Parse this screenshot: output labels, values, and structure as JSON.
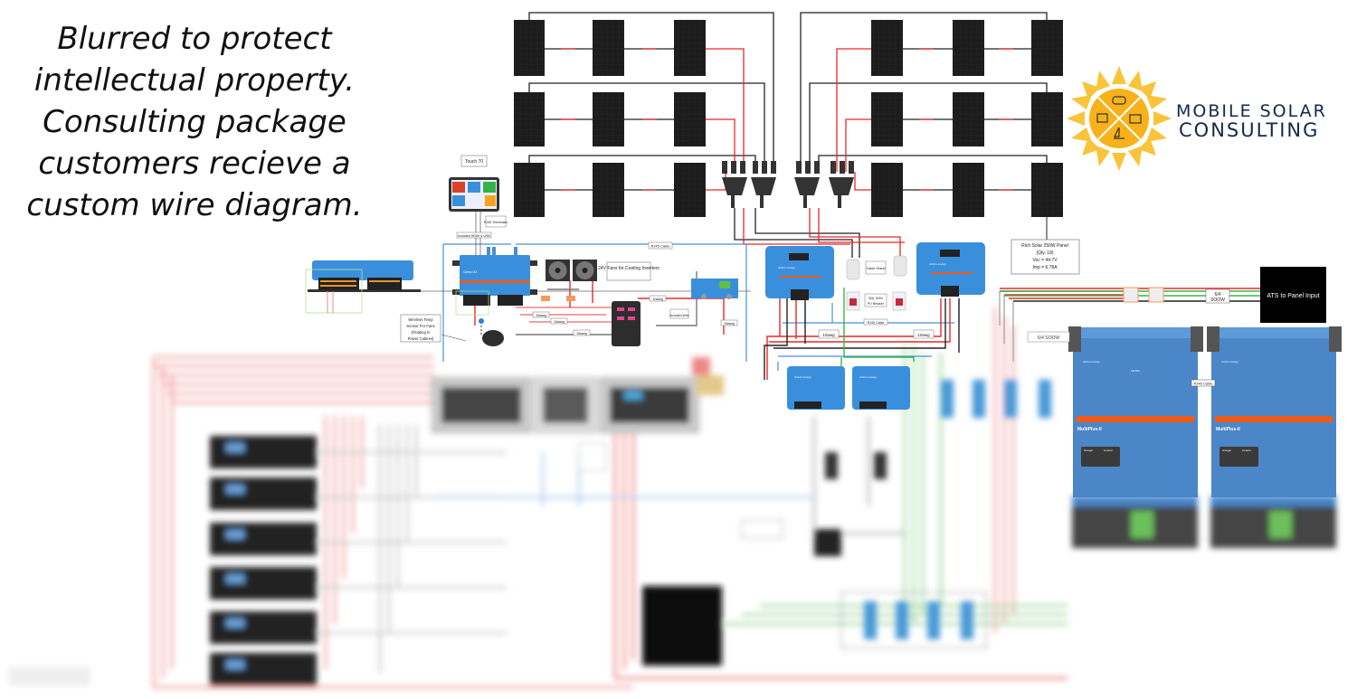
{
  "notice": {
    "lines": [
      "Blurred to protect",
      "intellectual property.",
      "Consulting package",
      "customers recieve a",
      "custom wire diagram."
    ]
  },
  "logo": {
    "line1": "MOBILE SOLAR",
    "line2": "CONSULTING",
    "sun_color": "#f7b21b",
    "text_color": "#13284a"
  },
  "labels": {
    "touch70": "Touch 70",
    "rj45_terminator": "RJ45 Terminator",
    "hdmi_usb": "Included HDMI & USB",
    "rj45_cable": "RJ45 Cable",
    "fans": "24V Fans for Cooling Inverters",
    "awg10": "10awg",
    "awg16": "16awg",
    "included_wire": "Included Wire",
    "wireless_temp": [
      "Wireless Temp",
      "Sensor For Fans",
      "(Floating In",
      "Power Cabinet)"
    ],
    "cable_gland": "Cable Gland",
    "pv_breaker": [
      "30A, 600V",
      "PV Breaker"
    ],
    "panel_info": [
      "Rich Solar 250W Panel",
      "(Qty. 18)",
      "Voc = 44.7V",
      "Imp = 6.78A"
    ],
    "ats": "ATS to Panel Input",
    "so_cord": [
      "6/4",
      "SOOW"
    ],
    "so_cord2": "6/4 SOOW",
    "cerbo": "Cerbo GX",
    "multiplus": "MultiPlus-II",
    "ve_bus": "VE.Bus",
    "charger": "charger",
    "inverter": "inverter",
    "victron": "victron energy"
  },
  "colors": {
    "victron_blue": "#3a8fdc",
    "multiplus_blue": "#4a86c8",
    "wire_red": "#e8282a",
    "wire_black": "#222222",
    "wire_green": "#3bb54a",
    "rj45_blue": "#4a8fd6",
    "panel": "#1c1c1c",
    "orange_band": "#f05a1a"
  }
}
